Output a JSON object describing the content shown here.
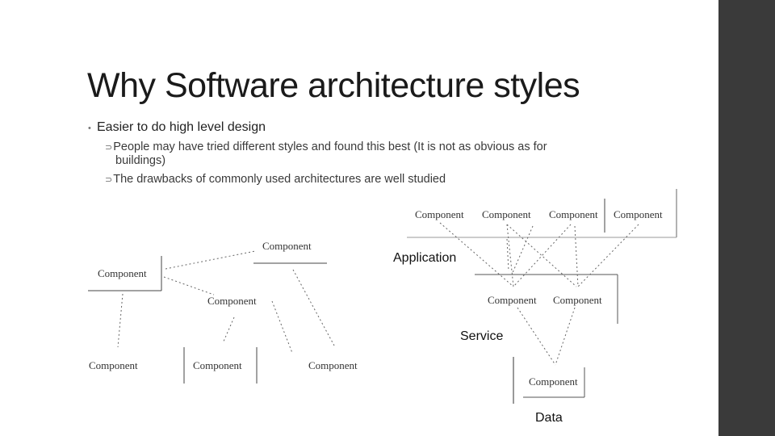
{
  "slide": {
    "title": "Why Software architecture styles",
    "bullet": "Easier to do high level design",
    "sub1_line1": "People may have tried different styles and found this best (It is not as obvious as for",
    "sub1_line2": "buildings)",
    "sub2": "The drawbacks of commonly used architectures are well studied"
  },
  "left_diagram": {
    "top": "Component",
    "left": "Component",
    "middle": "Component",
    "bottom_left": "Component",
    "bottom_mid": "Component",
    "bottom_right": "Component"
  },
  "right_diagram": {
    "app_1": "Component",
    "app_2": "Component",
    "app_3": "Component",
    "app_4": "Component",
    "app_label": "Application",
    "svc_1": "Component",
    "svc_2": "Component",
    "svc_label": "Service",
    "data_1": "Component",
    "data_label": "Data"
  },
  "colors": {
    "sidebar": "#3a3a3a",
    "text": "#1a1a1a"
  }
}
